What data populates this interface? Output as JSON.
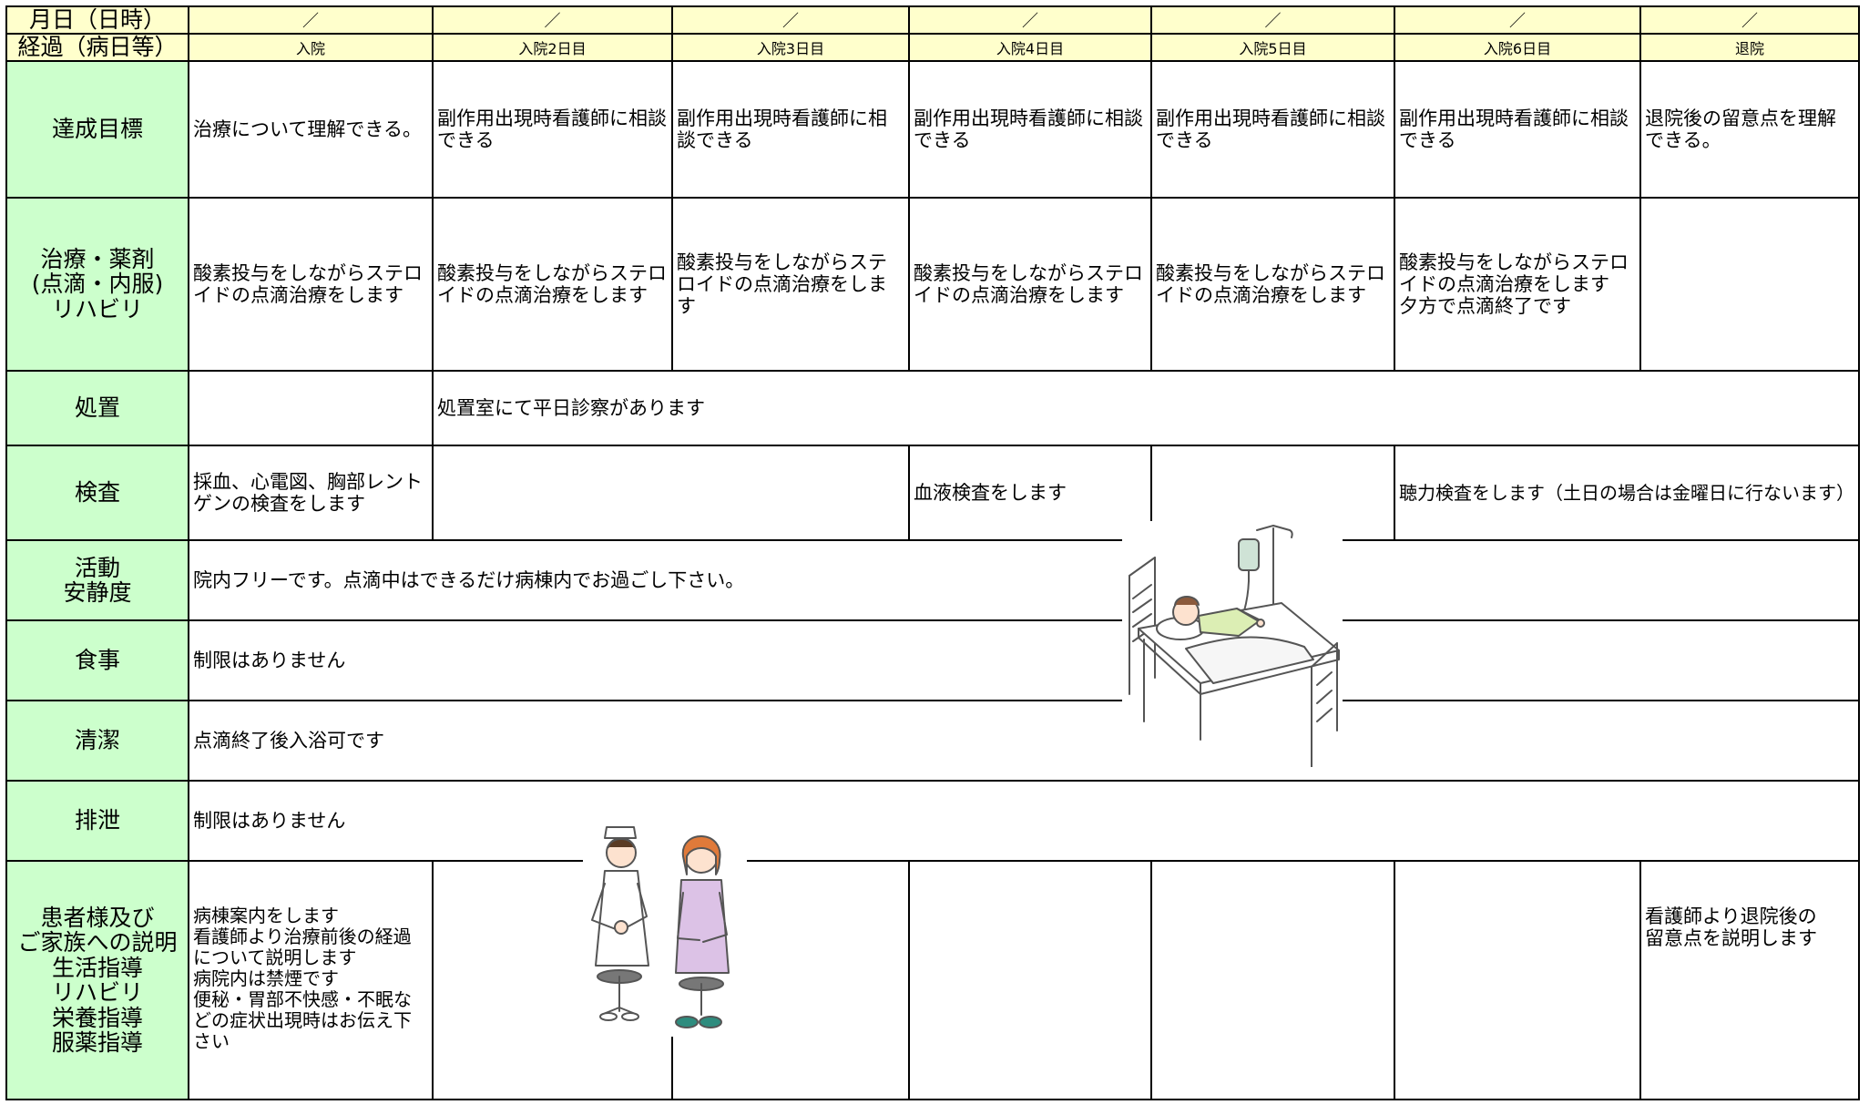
{
  "header": {
    "row1_label": "月日（日時）",
    "row2_label": "経過（病日等）",
    "dates": [
      "／",
      "／",
      "／",
      "／",
      "／",
      "／",
      "／"
    ],
    "days": [
      "入院",
      "入院2日目",
      "入院3日目",
      "入院4日目",
      "入院5日目",
      "入院6日目",
      "退院"
    ]
  },
  "rows": {
    "goal": {
      "label": "達成目標",
      "cells": [
        "治療について理解できる。",
        "副作用出現時看護師に相談できる",
        "副作用出現時看護師に相談できる",
        "副作用出現時看護師に相談できる",
        "副作用出現時看護師に相談できる",
        "副作用出現時看護師に相談できる",
        "退院後の留意点を理解できる。"
      ]
    },
    "treatment": {
      "label": "治療・薬剤\n(点滴・内服)\nリハビリ",
      "cells": [
        "酸素投与をしながらステロイドの点滴治療をします",
        "酸素投与をしながらステロイドの点滴治療をします",
        "酸素投与をしながらステロイドの点滴治療をします",
        "酸素投与をしながらステロイドの点滴治療をします",
        "酸素投与をしながらステロイドの点滴治療をします",
        "酸素投与をしながらステロイドの点滴治療をします\n夕方で点滴終了です",
        ""
      ]
    },
    "procedure": {
      "label": "処置",
      "cells": [
        "",
        "処置室にて平日診察があります"
      ]
    },
    "exam": {
      "label": "検査",
      "cells": [
        "採血、心電図、胸部レントゲンの検査をします",
        "",
        "血液検査をします",
        "",
        "聴力検査をします（土日の場合は金曜日に行ないます）"
      ]
    },
    "activity": {
      "label": "活動\n安静度",
      "cell": "院内フリーです。点滴中はできるだけ病棟内でお過ごし下さい。"
    },
    "meal": {
      "label": "食事",
      "cell": "制限はありません"
    },
    "hygiene": {
      "label": "清潔",
      "cell": "点滴終了後入浴可です"
    },
    "excretion": {
      "label": "排泄",
      "cell": "制限はありません"
    },
    "explain": {
      "label": "患者様及び\nご家族への説明\n生活指導\nリハビリ\n栄養指導\n服薬指導",
      "cells": [
        "病棟案内をします\n看護師より治療前後の経過について説明します\n病院内は禁煙です\n便秘・胃部不快感・不眠などの症状出現時はお伝え下さい",
        "",
        "",
        "",
        "",
        "",
        "看護師より退院後の\n留意点を説明します"
      ]
    }
  },
  "illustrations": [
    "patient-bed-iv-illustration",
    "nurse-and-patient-illustration"
  ],
  "colors": {
    "header_bg": "#ffffcc",
    "label_bg": "#ccffcc"
  }
}
